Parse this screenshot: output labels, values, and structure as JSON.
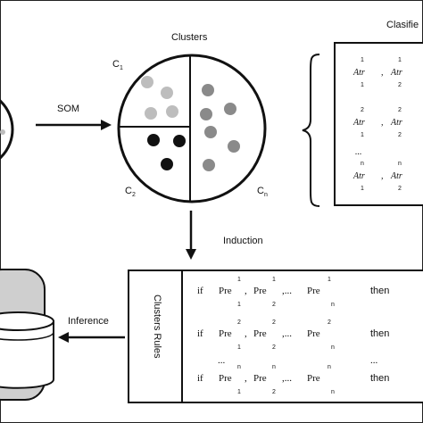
{
  "labels": {
    "clusters_title": "Clusters",
    "classified_title": "Clasifie",
    "som": "SOM",
    "induction": "Induction",
    "inference": "Inference",
    "cluster_rules": "Clusters Rules"
  },
  "clusters": {
    "c1": "C",
    "c1_sub": "1",
    "c2": "C",
    "c2_sub": "2",
    "cn": "C",
    "cn_sub": "n"
  },
  "attributes": {
    "atr": "Atr",
    "sep": ",",
    "ellipsis": "...",
    "rows": [
      {
        "sup1": "1",
        "sub1": "1",
        "sup2": "1",
        "sub2": "2"
      },
      {
        "sup1": "2",
        "sub1": "1",
        "sup2": "2",
        "sub2": "2"
      },
      {
        "sup1": "n",
        "sub1": "1",
        "sup2": "n",
        "sub2": "2"
      }
    ]
  },
  "rules": {
    "if": "if",
    "then": "then",
    "pre": "Pre",
    "sep": ",",
    "dots": ",...",
    "ellipsis": "...",
    "rows": [
      {
        "sup": "1",
        "sub1": "1",
        "sub2": "2",
        "subn": "n"
      },
      {
        "sup": "2",
        "sub1": "1",
        "sub2": "2",
        "subn": "n"
      },
      {
        "sup": "n",
        "sub1": "1",
        "sub2": "2",
        "subn": "n"
      }
    ]
  },
  "colors": {
    "light_gray": "#bdbdbd",
    "mid_gray": "#8a8a8a",
    "black": "#111111",
    "db_fill": "#cfcfcf"
  }
}
